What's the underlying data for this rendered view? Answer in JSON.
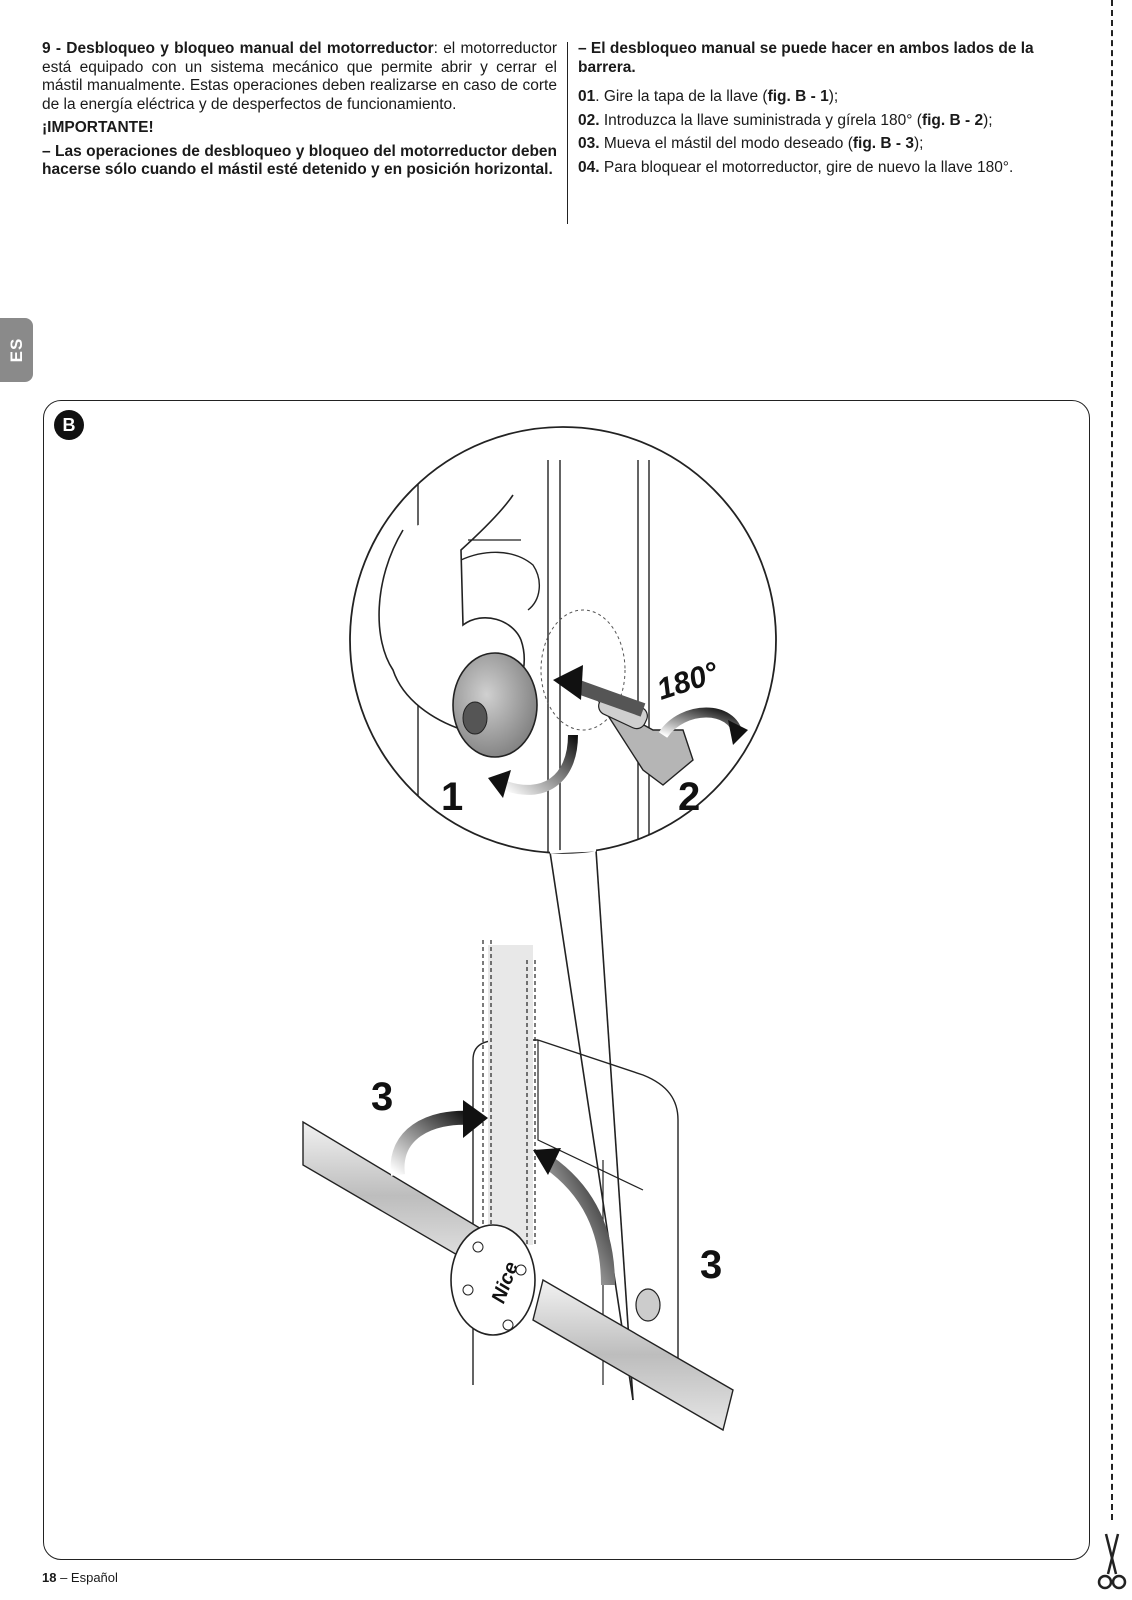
{
  "left_column": {
    "heading_num_title": "9 - Desbloqueo y bloqueo manual del motorreductor",
    "heading_rest": ": el motorreductor está equipado con un sistema mecánico que permite abrir y cerrar el mástil manualmente. Estas operaciones deben realizarse en caso de corte de la energía eléctrica y de desperfectos de funcionamiento.",
    "important_label": "¡IMPORTANTE!",
    "important_text": "– Las operaciones de desbloqueo y bloqueo del motorreductor deben hacerse sólo cuando el mástil esté detenido y en posición horizontal."
  },
  "right_column": {
    "note": "– El desbloqueo manual se puede hacer en ambos lados de la barrera.",
    "steps": [
      {
        "num": "01",
        "pre": ". Gire la tapa de la llave (",
        "ref": "fig. B - 1",
        "post": ");"
      },
      {
        "num": "02.",
        "pre": " Introduzca la llave suministrada y gírela 180° (",
        "ref": "fig. B - 2",
        "post": ");"
      },
      {
        "num": "03.",
        "pre": " Mueva el mástil del modo deseado (",
        "ref": "fig. B - 3",
        "post": ");"
      },
      {
        "num": "04.",
        "pre": " Para bloquear el motorreductor, gire de nuevo la llave 180°.",
        "ref": "",
        "post": ""
      }
    ]
  },
  "language_tab": "ES",
  "figure": {
    "label": "B",
    "callouts": {
      "one": "1",
      "two": "2",
      "three_left": "3",
      "three_right": "3",
      "angle": "180°",
      "brand": "Nice"
    }
  },
  "footer": {
    "page_number": "18",
    "text": " – Español"
  },
  "icons": [
    "scissors-icon"
  ]
}
